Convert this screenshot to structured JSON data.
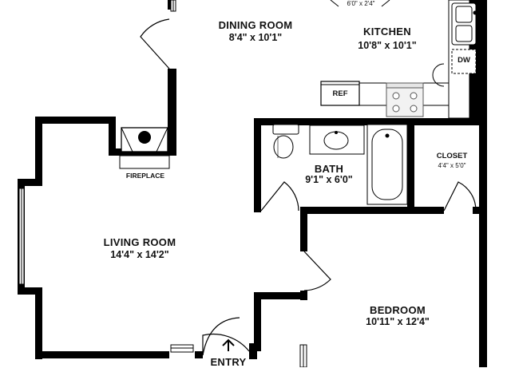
{
  "rooms": {
    "dining": {
      "name": "DINING ROOM",
      "dims": "8'4\" x 10'1\""
    },
    "kitchen": {
      "name": "KITCHEN",
      "dims": "10'8\" x 10'1\""
    },
    "bath": {
      "name": "BATH",
      "dims": "9'1\" x 6'0\""
    },
    "closet": {
      "name": "CLOSET",
      "dims": "4'4\" x 5'0\""
    },
    "living": {
      "name": "LIVING ROOM",
      "dims": "14'4\" x 14'2\""
    },
    "bedroom": {
      "name": "BEDROOM",
      "dims": "10'11\" x 12'4\""
    }
  },
  "fixtures": {
    "fireplace": "FIREPLACE",
    "refrigerator": "REF",
    "dishwasher": "DW",
    "table_dims": "6'0\" x 2'4\""
  },
  "entry": {
    "label": "ENTRY"
  },
  "colors": {
    "wall": "#000000",
    "fixture_stroke": "#555555",
    "fixture_fill": "#f2f2f2",
    "background": "#ffffff"
  }
}
